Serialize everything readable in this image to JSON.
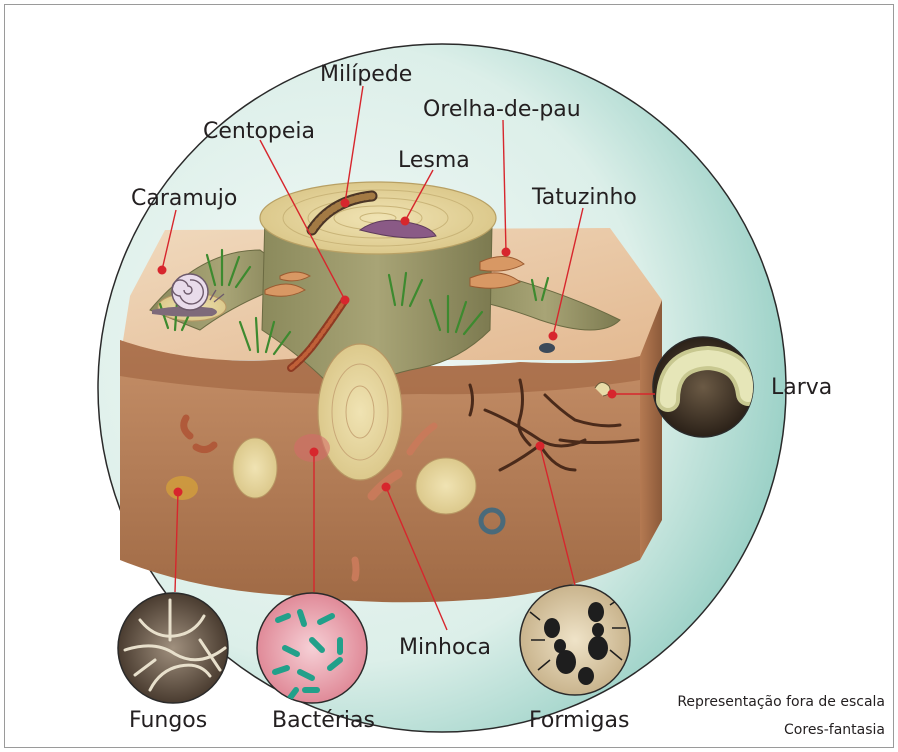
{
  "labels": {
    "milipede": "Milípede",
    "centopeia": "Centopeia",
    "orelha_de_pau": "Orelha-de-pau",
    "lesma": "Lesma",
    "caramujo": "Caramujo",
    "tatuzinho": "Tatuzinho",
    "larva": "Larva",
    "minhoca": "Minhoca",
    "fungos": "Fungos",
    "bacterias": "Bactérias",
    "formigas": "Formigas"
  },
  "notes": {
    "scale": "Representação fora de escala",
    "colors": "Cores-fantasia"
  },
  "colors": {
    "circle_fill": "#e6f3ef",
    "circle_edge": "#8fcdc2",
    "soil": "#b9805a",
    "soil_top": "#e7c7a4",
    "wood": "#9e9a6c",
    "wood_top": "#e6d9a3",
    "grass": "#4c9b3b",
    "pointer": "#d7262d"
  }
}
